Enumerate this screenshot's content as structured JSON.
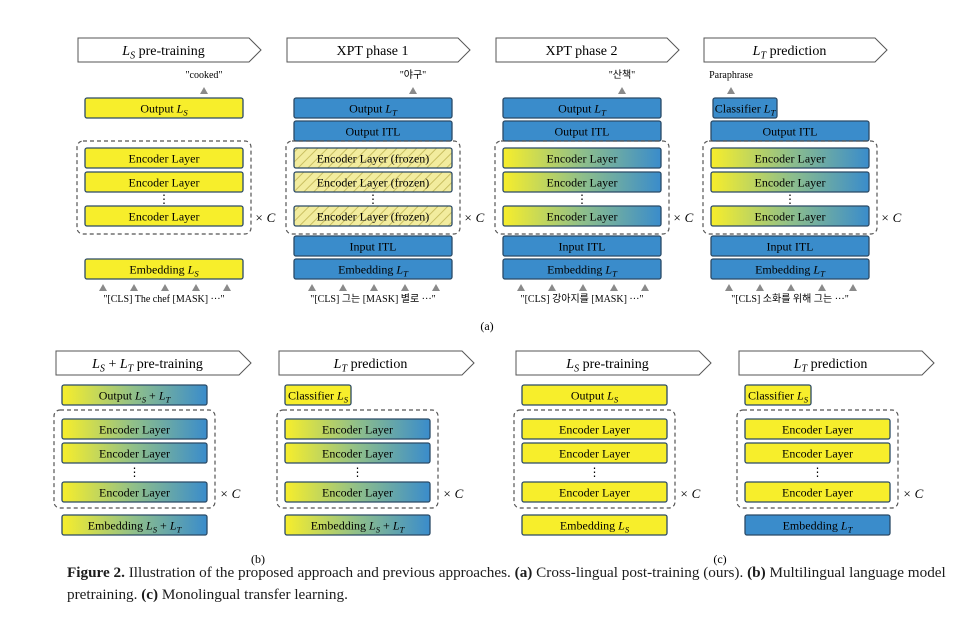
{
  "part_a": {
    "columns": [
      {
        "header": "L_S pre-training",
        "output_word": "\"cooked\"",
        "top_block": "Output L_S",
        "encoder_layers": [
          "Encoder Layer",
          "Encoder Layer",
          "Encoder Layer"
        ],
        "embedding": "Embedding L_S",
        "tokens": "\"[CLS]  The  chef  [MASK]  ···\""
      },
      {
        "header": "XPT phase 1",
        "output_word": "\"야구\"",
        "top_block": "Output L_T",
        "output_itl": "Output ITL",
        "encoder_layers": [
          "Encoder Layer (frozen)",
          "Encoder Layer (frozen)",
          "Encoder Layer (frozen)"
        ],
        "input_itl": "Input ITL",
        "embedding": "Embedding L_T",
        "tokens": "\"[CLS]  그는  [MASK]  별로  ···\""
      },
      {
        "header": "XPT phase 2",
        "output_word": "\"산책\"",
        "top_block": "Output L_T",
        "output_itl": "Output ITL",
        "encoder_layers": [
          "Encoder Layer",
          "Encoder Layer",
          "Encoder Layer"
        ],
        "input_itl": "Input ITL",
        "embedding": "Embedding L_T",
        "tokens": "\"[CLS]  강아지를  [MASK]  ···\""
      },
      {
        "header": "L_T prediction",
        "output_word": "Paraphrase",
        "top_block": "Classifier L_T",
        "output_itl": "Output ITL",
        "encoder_layers": [
          "Encoder Layer",
          "Encoder Layer",
          "Encoder Layer"
        ],
        "input_itl": "Input ITL",
        "embedding": "Embedding L_T",
        "tokens": "\"[CLS]  소화를  위해  그는  ···\""
      }
    ],
    "times_c": "× C",
    "dots": "⋮",
    "sublabel": "(a)"
  },
  "part_b": {
    "columns": [
      {
        "header": "L_S + L_T pre-training",
        "top_block": "Output L_S + L_T",
        "encoder_layers": [
          "Encoder Layer",
          "Encoder Layer",
          "Encoder Layer"
        ],
        "embedding": "Embedding L_S + L_T"
      },
      {
        "header": "L_T prediction",
        "top_block": "Classifier L_S",
        "encoder_layers": [
          "Encoder Layer",
          "Encoder Layer",
          "Encoder Layer"
        ],
        "embedding": "Embedding L_S + L_T"
      }
    ],
    "sublabel": "(b)"
  },
  "part_c": {
    "columns": [
      {
        "header": "L_S pre-training",
        "top_block": "Output L_S",
        "encoder_layers": [
          "Encoder Layer",
          "Encoder Layer",
          "Encoder Layer"
        ],
        "embedding": "Embedding L_S"
      },
      {
        "header": "L_T prediction",
        "top_block": "Classifier L_S",
        "encoder_layers": [
          "Encoder Layer",
          "Encoder Layer",
          "Encoder Layer"
        ],
        "embedding": "Embedding L_T"
      }
    ],
    "sublabel": "(c)"
  },
  "caption": {
    "label": "Figure 2.",
    "text_1": " Illustration of the proposed approach and previous approaches. ",
    "a_label": "(a)",
    "a_text": " Cross-lingual post-training (ours). ",
    "b_label": "(b)",
    "b_text": " Multilingual language model pretraining. ",
    "c_label": "(c)",
    "c_text": " Monolingual transfer learning."
  },
  "colors": {
    "yellow": "#f7ee2b",
    "blue": "#3a8ccb",
    "frozen": "#f1ea92",
    "border": "#2b4a66",
    "arrow_gray": "#8a8a8a"
  }
}
